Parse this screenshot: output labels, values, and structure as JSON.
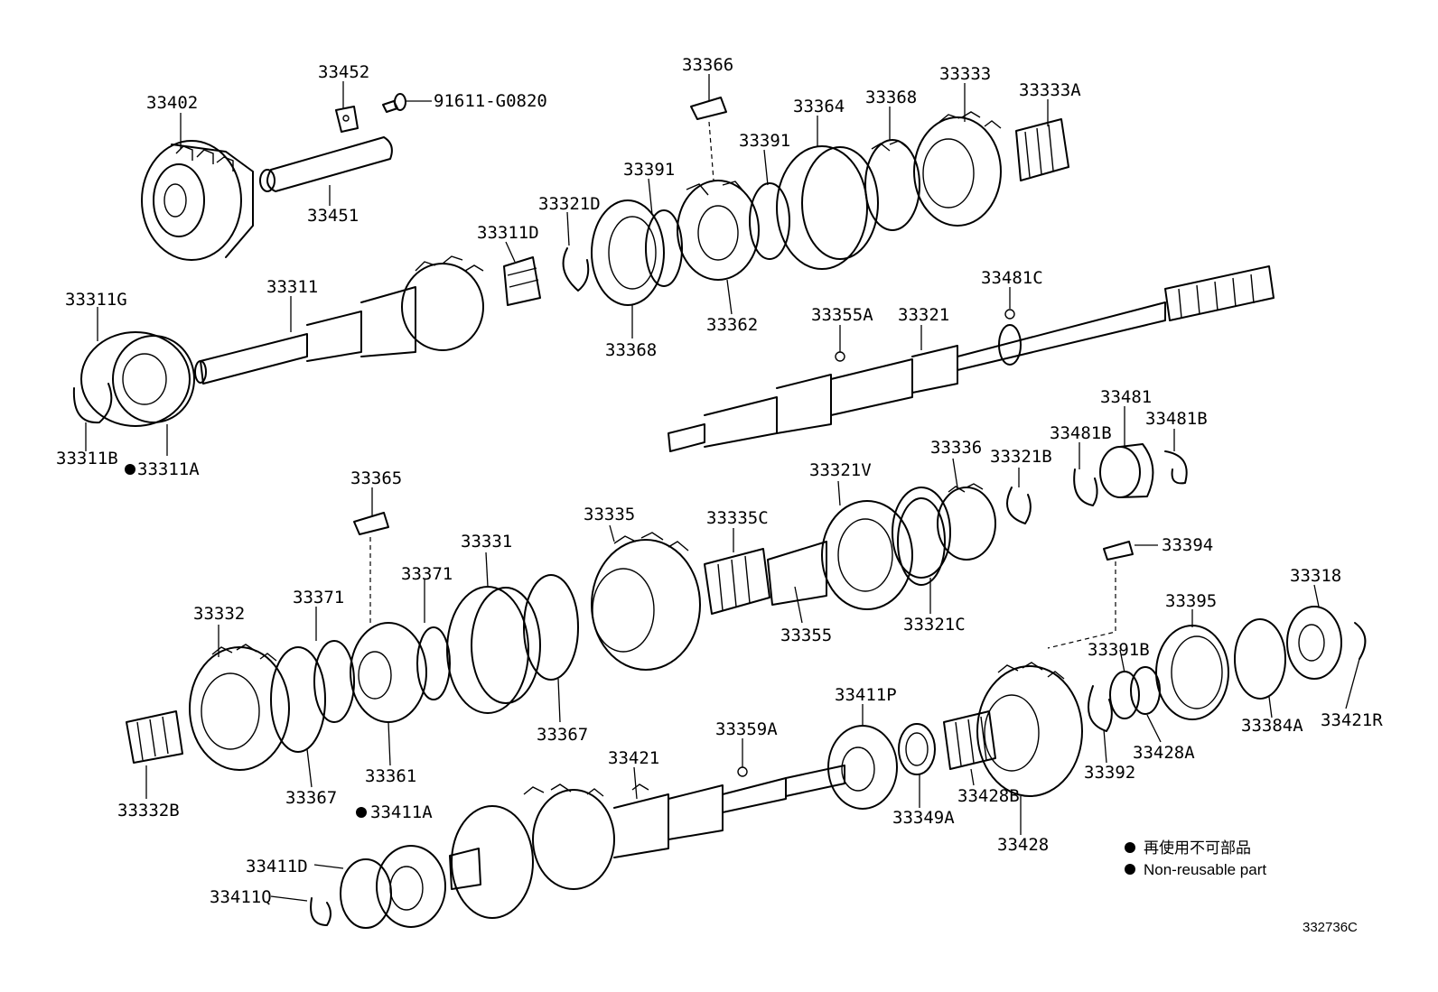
{
  "labels": {
    "p33402": "33402",
    "p33452": "33452",
    "p91611": "91611-G0820",
    "p33451": "33451",
    "p33366": "33366",
    "p33364": "33364",
    "p33368_top": "33368",
    "p33333": "33333",
    "p33333A": "33333A",
    "p33391_a": "33391",
    "p33391_b": "33391",
    "p33321D": "33321D",
    "p33311D": "33311D",
    "p33362": "33362",
    "p33368_low": "33368",
    "p33311G": "33311G",
    "p33311": "33311",
    "p33311B": "33311B",
    "p33311A": "33311A",
    "p33481C": "33481C",
    "p33355A": "33355A",
    "p33321": "33321",
    "p33481": "33481",
    "p33481B_l": "33481B",
    "p33481B_r": "33481B",
    "p33365": "33365",
    "p33336": "33336",
    "p33321B": "33321B",
    "p33321V": "33321V",
    "p33335": "33335",
    "p33335C": "33335C",
    "p33331": "33331",
    "p33371_a": "33371",
    "p33371_b": "33371",
    "p33332": "33332",
    "p33394": "33394",
    "p33318": "33318",
    "p33395": "33395",
    "p33355": "33355",
    "p33321C": "33321C",
    "p33391B": "33391B",
    "p33367_mid": "33367",
    "p33361": "33361",
    "p33367_low": "33367",
    "p33332B": "33332B",
    "p33411P": "33411P",
    "p33359A": "33359A",
    "p33421": "33421",
    "p33384A": "33384A",
    "p33421R": "33421R",
    "p33428A": "33428A",
    "p33392": "33392",
    "p33428B": "33428B",
    "p33349A": "33349A",
    "p33428": "33428",
    "p33411A": "33411A",
    "p33411D": "33411D",
    "p33411Q": "33411Q"
  },
  "legend": {
    "jp": "再使用不可部品",
    "en": "Non-reusable part"
  },
  "diagram_code": "332736C"
}
